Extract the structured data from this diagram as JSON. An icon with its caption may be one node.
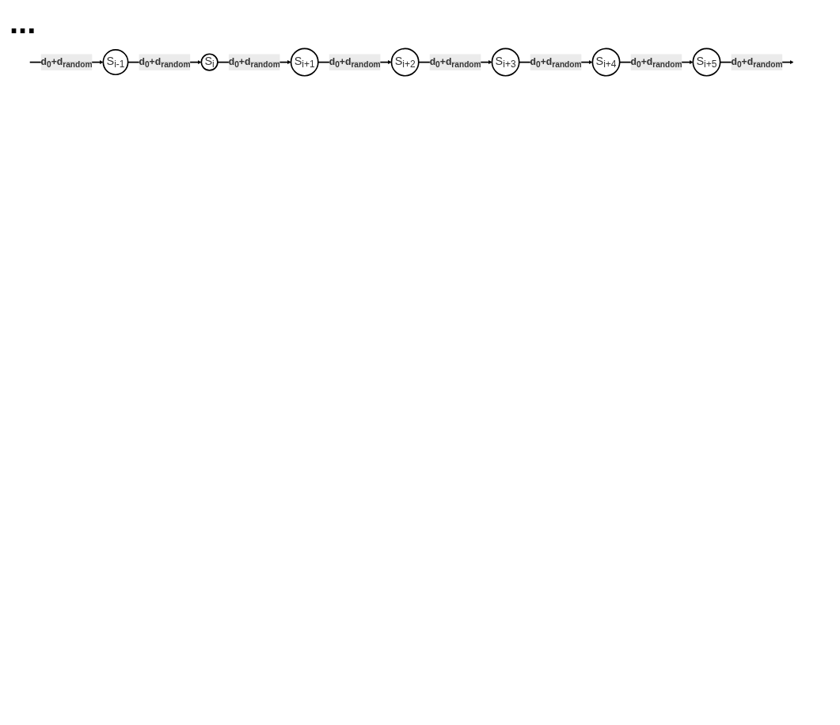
{
  "diagram": {
    "nodes": [
      {
        "text": [
          "S$_{i-1}$"
        ]
      },
      {
        "text": [
          "S$_{i}$"
        ]
      },
      {
        "text": [
          "S$_{i+1}$"
        ]
      },
      {
        "text": [
          "S$_{i+2}$"
        ]
      },
      {
        "text": [
          "S$_{i+3}$"
        ]
      },
      {
        "text": [
          "S$_{i+4}$"
        ]
      },
      {
        "text": [
          "S$_{i+5}$"
        ]
      }
    ],
    "edges": [
      {
        "from": null,
        "to": 0,
        "arrow": "to",
        "label": "d$_{0}$+d$_{random}$"
      },
      {
        "from": 0,
        "to": 1,
        "arrow": "to",
        "label": "d$_{0}$+d$_{random}$"
      },
      {
        "from": 1,
        "to": 2,
        "arrow": "to",
        "label": "d$_{0}$+d$_{random}$"
      },
      {
        "from": 2,
        "to": 3,
        "arrow": "to",
        "label": "d$_{0}$+d$_{random}$"
      },
      {
        "from": 3,
        "to": 4,
        "arrow": "to",
        "label": "d$_{0}$+d$_{random}$"
      },
      {
        "from": 4,
        "to": 5,
        "arrow": "to",
        "label": "d$_{0}$+d$_{random}$"
      },
      {
        "from": 5,
        "to": 6,
        "arrow": "to",
        "label": "d$_{0}$+d$_{random}$"
      },
      {
        "from": 6,
        "to": null,
        "arrow": "to",
        "label": "d$_{0}$+d$_{random}$"
      }
    ],
    "labels": [
      "..."
    ]
  }
}
